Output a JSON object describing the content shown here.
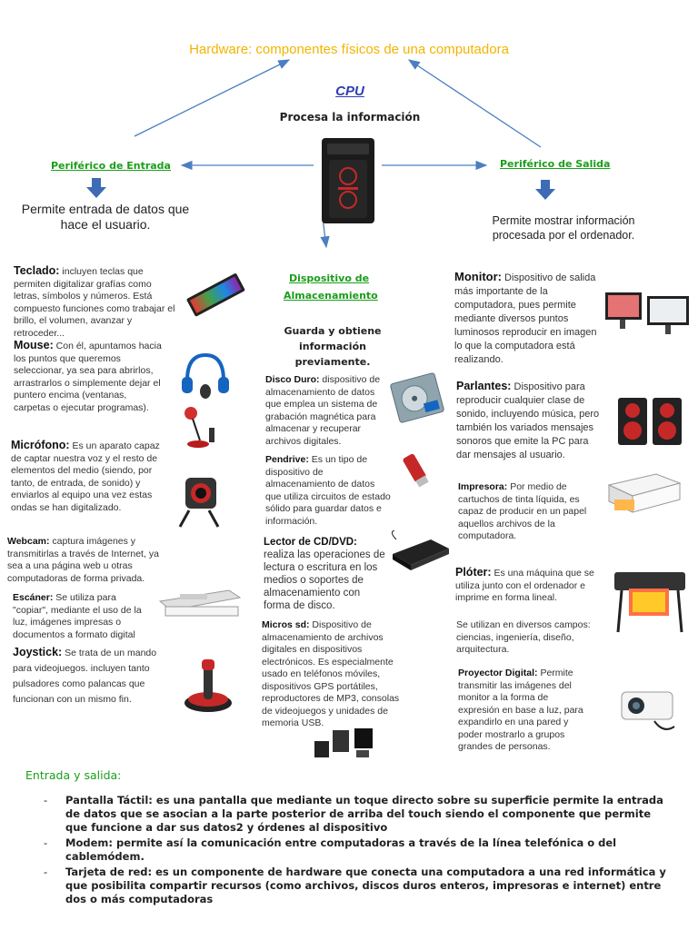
{
  "title": "Hardware: componentes físicos de una computadora",
  "cpu": {
    "label": "CPU",
    "desc": "Procesa la información"
  },
  "entrada": {
    "label": "Periférico de Entrada",
    "desc": "Permite entrada de datos que hace el usuario."
  },
  "salida": {
    "label": "Periférico de Salida",
    "desc": "Permite mostrar información procesada por el ordenador."
  },
  "almacenamiento": {
    "label": "Dispositivo de Almacenamiento",
    "desc": "Guarda y obtiene información previamente."
  },
  "left_items": [
    {
      "name": "Teclado:",
      "text": " incluyen teclas que permiten digitalizar grafías como letras, símbolos y números. Está compuesto funciones como trabajar el brillo, el volumen, avanzar y retroceder..."
    },
    {
      "name": "Mouse:",
      "text": " Con él, apuntamos hacia los puntos que queremos seleccionar, ya sea para abrirlos, arrastrarlos o simplemente dejar el puntero encima (ventanas, carpetas o ejecutar programas)."
    },
    {
      "name": "Micrófono:",
      "text": " Es un aparato capaz de captar nuestra voz y el resto de elementos del medio (siendo, por tanto, de entrada, de sonido) y enviarlos al equipo una vez estas ondas se han digitalizado."
    },
    {
      "name": "Webcam:",
      "text": " captura imágenes y transmitirlas a través de Internet, ya sea a una página web u otras computadoras de forma privada."
    },
    {
      "name": "Escáner:",
      "text": " Se utiliza para \"copiar\", mediante el uso de la luz, imágenes impresas o documentos a formato digital"
    },
    {
      "name": "Joystick:",
      "text": " Se trata de un mando para videojuegos. incluyen tanto pulsadores como palancas que funcionan con un mismo fin."
    }
  ],
  "middle_items": [
    {
      "name": "Disco Duro:",
      "text": " dispositivo de almacenamiento de datos que emplea un sistema de grabación magnética para almacenar y recuperar archivos digitales."
    },
    {
      "name": "Pendrive:",
      "text": " Es un tipo de dispositivo de almacenamiento de datos que utiliza circuitos de estado sólido para guardar datos e información."
    },
    {
      "name": "Lector de CD/DVD:",
      "text": " realiza las operaciones de lectura o escritura en los medios o soportes de almacenamiento con forma de disco."
    },
    {
      "name": "Micros sd:",
      "text": " Dispositivo de almacenamiento de archivos digitales en dispositivos electrónicos. Es especialmente usado en teléfonos móviles, dispositivos GPS portátiles, reproductores de MP3, consolas de videojuegos y unidades de memoria USB."
    }
  ],
  "right_items": [
    {
      "name": "Monitor:",
      "text": " Dispositivo de salida más importante de la computadora, pues permite mediante diversos puntos luminosos reproducir en imagen lo que la computadora está realizando."
    },
    {
      "name": "Parlantes:",
      "text": " Dispositivo para reproducir cualquier clase de sonido, incluyendo música, pero también los variados mensajes sonoros que emite la PC para dar mensajes al usuario."
    },
    {
      "name": "Impresora:",
      "text": " Por medio de cartuchos de tinta líquida, es capaz de producir en un papel aquellos archivos de la computadora."
    },
    {
      "name": "Plóter:",
      "text": " Es una máquina que se utiliza junto con el ordenador e imprime en forma lineal."
    },
    {
      "name": "",
      "text": "Se utilizan en diversos campos: ciencias, ingeniería, diseño, arquitectura."
    },
    {
      "name": "Proyector Digital:",
      "text": " Permite transmitir las imágenes del monitor a la forma de expresión en base a luz, para expandirlo en una pared y poder mostrarlo a grupos grandes de personas."
    }
  ],
  "entrada_salida": {
    "heading": "Entrada y salida:",
    "items": [
      "Pantalla Táctil: es una pantalla que mediante un toque directo sobre su superficie permite la entrada de datos que se asocian a la parte posterior de arriba del touch siendo el componente que permite que funcione a dar sus datos2 y órdenes al dispositivo",
      "Modem: permite así la comunicación entre computadoras a través de la línea telefónica o del cablemódem.",
      "Tarjeta de red: es un componente de hardware que conecta una computadora a una red informática y que posibilita compartir recursos (como archivos, discos duros enteros, impresoras e internet) entre dos o más computadoras"
    ]
  },
  "colors": {
    "title": "#f2b400",
    "cpu": "#2f3fb0",
    "green": "#1a9e1a",
    "arrow": "#4a7fc1"
  }
}
